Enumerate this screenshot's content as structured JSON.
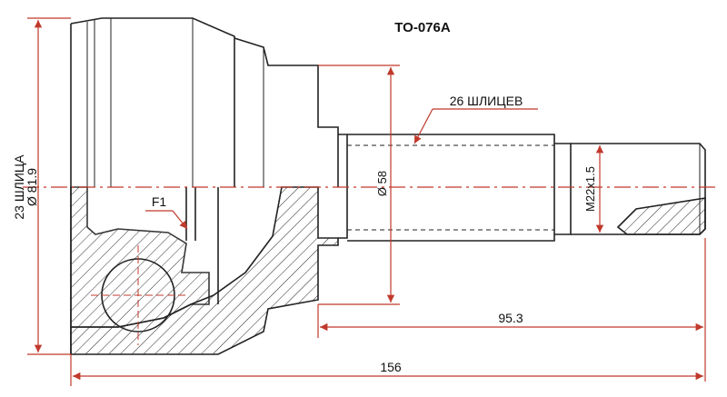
{
  "part_number": "TO-076A",
  "labels": {
    "outer_splines": "23 ШЛИЦА",
    "outer_diameter": "Ø 81.9",
    "inner_splines": "26 ШЛИЦЕВ",
    "shaft_diameter": "Ø 58",
    "thread": "M22x1.5",
    "feature": "F1",
    "length_shaft": "95.3",
    "length_total": "156"
  },
  "colors": {
    "dimension": "#c0392b",
    "outline": "#222222"
  }
}
